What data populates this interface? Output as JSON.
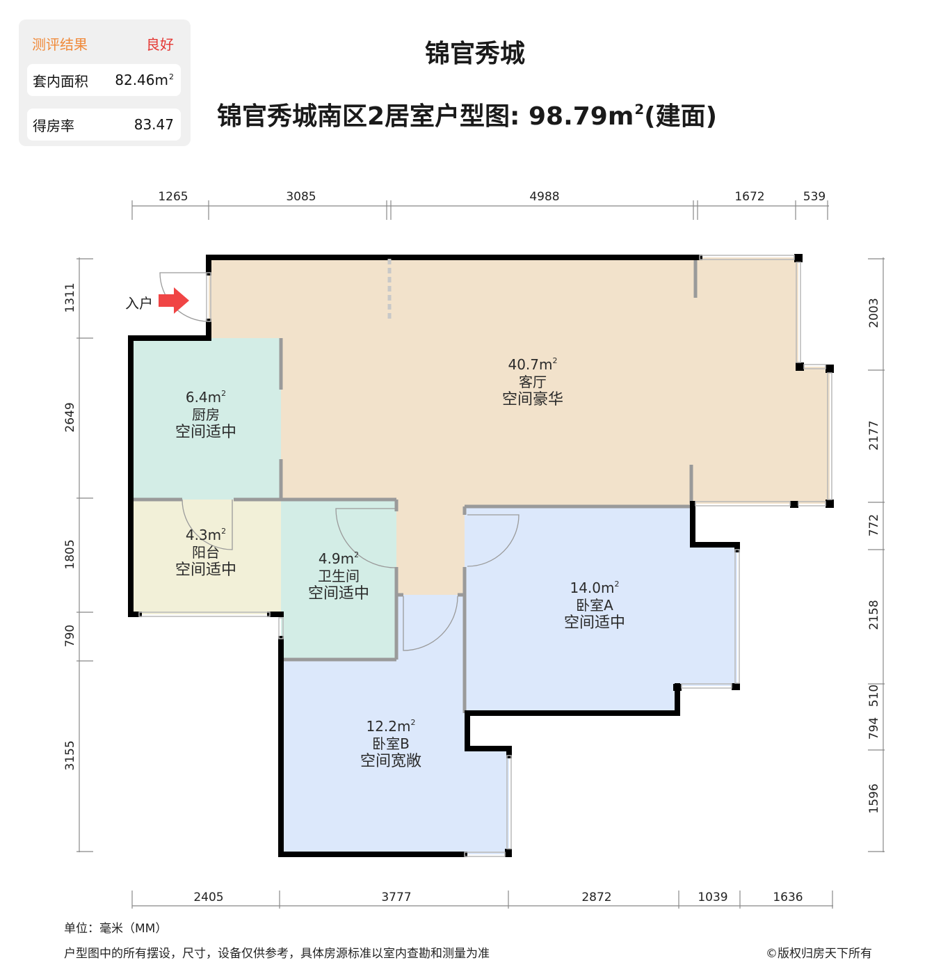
{
  "evaluation": {
    "header_label": "测评结果",
    "header_value": "良好",
    "rows": [
      {
        "label": "套内面积",
        "value": "82.46m",
        "sup": "2"
      },
      {
        "label": "得房率",
        "value": "83.47",
        "sup": ""
      }
    ]
  },
  "title": {
    "project": "锦官秀城",
    "subtitle": "锦官秀城南区2居室户型图: 98.79m",
    "subtitle_sup": "2",
    "subtitle_suffix": "(建面)"
  },
  "entry": {
    "label": "入户",
    "arrow_color": "#f04545"
  },
  "dimensions": {
    "top": [
      "1265",
      "3085",
      "4988",
      "1672",
      "539"
    ],
    "bottom": [
      "2405",
      "3777",
      "2872",
      "1039",
      "1636"
    ],
    "left": [
      "1311",
      "2649",
      "1805",
      "790",
      "3155"
    ],
    "right": [
      "2003",
      "2177",
      "772",
      "2158",
      "510",
      "794",
      "1596"
    ]
  },
  "rooms": [
    {
      "id": "living",
      "area": "40.7m",
      "name": "客厅",
      "rating": "空间豪华",
      "color": "#f2e2cb"
    },
    {
      "id": "kitchen",
      "area": "6.4m",
      "name": "厨房",
      "rating": "空间适中",
      "color": "#d3ede6"
    },
    {
      "id": "balcony",
      "area": "4.3m",
      "name": "阳台",
      "rating": "空间适中",
      "color": "#f2f0d8"
    },
    {
      "id": "bathroom",
      "area": "4.9m",
      "name": "卫生间",
      "rating": "空间适中",
      "color": "#d3ede6"
    },
    {
      "id": "bedroom-a",
      "area": "14.0m",
      "name": "卧室A",
      "rating": "空间适中",
      "color": "#dce8fb"
    },
    {
      "id": "bedroom-b",
      "area": "12.2m",
      "name": "卧室B",
      "rating": "空间宽敞",
      "color": "#dce8fb"
    }
  ],
  "footer": {
    "unit": "单位：毫米（MM）",
    "note": "户型图中的所有摆设，尺寸，设备仅供参考，具体房源标准以室内查勘和测量为准",
    "copyright": "©版权归房天下所有"
  }
}
